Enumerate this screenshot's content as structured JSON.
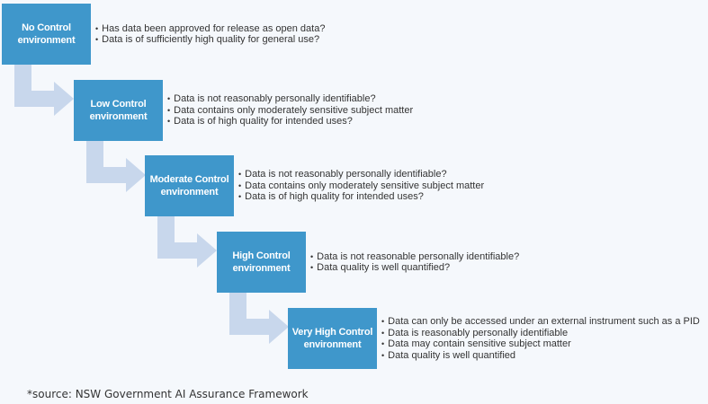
{
  "levels": [
    {
      "title": "No Control environment",
      "bullets": [
        "Has data been approved for release as open data?",
        "Data is of sufficiently high quality for general use?"
      ]
    },
    {
      "title": "Low Control environment",
      "bullets": [
        "Data is not reasonably personally identifiable?",
        "Data contains only moderately sensitive subject matter",
        "Data is of high quality for intended uses?"
      ]
    },
    {
      "title": "Moderate Control environment",
      "bullets": [
        "Data is not reasonably personally identifiable?",
        "Data contains only moderately sensitive subject matter",
        "Data is of high quality for intended uses?"
      ]
    },
    {
      "title": "High Control environment",
      "bullets": [
        "Data is not reasonable personally identifiable?",
        "Data quality is well quantified?"
      ]
    },
    {
      "title": "Very High Control environment",
      "bullets": [
        "Data can only be accessed under an external instrument such as a PID",
        "Data is reasonably personally identifiable",
        "Data may contain sensitive subject matter",
        "Data quality is well quantified"
      ]
    }
  ],
  "source": "*source: NSW Government AI Assurance Framework",
  "colors": {
    "box": "#3f97cb",
    "arrow": "#c8d7ec",
    "background": "#f5f8fc"
  }
}
